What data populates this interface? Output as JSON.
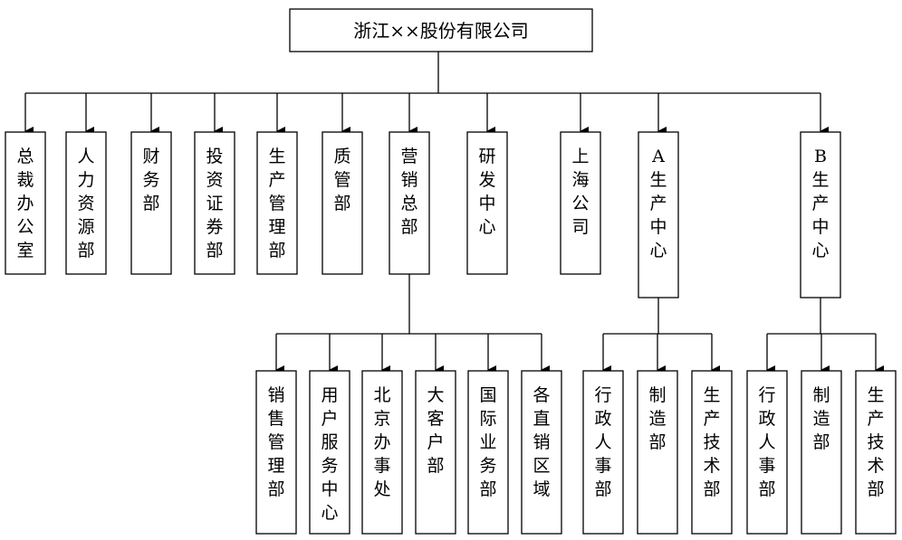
{
  "root": {
    "label": "浙江××股份有限公司"
  },
  "departments": [
    {
      "id": "d1",
      "label": "总裁办公室"
    },
    {
      "id": "d2",
      "label": "人力资源部"
    },
    {
      "id": "d3",
      "label": "财务部"
    },
    {
      "id": "d4",
      "label": "投资证券部"
    },
    {
      "id": "d5",
      "label": "生产管理部"
    },
    {
      "id": "d6",
      "label": "质管部"
    },
    {
      "id": "d7",
      "label": "营销总部"
    },
    {
      "id": "d8",
      "label": "研发中心"
    },
    {
      "id": "d9",
      "label": "上海公司"
    },
    {
      "id": "d10",
      "label": "A生产中心"
    },
    {
      "id": "d11",
      "label": "B生产中心"
    }
  ],
  "sub_units": [
    {
      "id": "s1",
      "parent": "d7",
      "label": "销售管理部"
    },
    {
      "id": "s2",
      "parent": "d7",
      "label": "用户服务中心"
    },
    {
      "id": "s3",
      "parent": "d7",
      "label": "北京办事处"
    },
    {
      "id": "s4",
      "parent": "d7",
      "label": "大客户部"
    },
    {
      "id": "s5",
      "parent": "d7",
      "label": "国际业务部"
    },
    {
      "id": "s6",
      "parent": "d7",
      "label": "各直销区域"
    },
    {
      "id": "s7",
      "parent": "d10",
      "label": "行政人事部"
    },
    {
      "id": "s8",
      "parent": "d10",
      "label": "制造部"
    },
    {
      "id": "s9",
      "parent": "d10",
      "label": "生产技术部"
    },
    {
      "id": "s10",
      "parent": "d11",
      "label": "行政人事部"
    },
    {
      "id": "s11",
      "parent": "d11",
      "label": "制造部"
    },
    {
      "id": "s12",
      "parent": "d11",
      "label": "生产技术部"
    }
  ]
}
